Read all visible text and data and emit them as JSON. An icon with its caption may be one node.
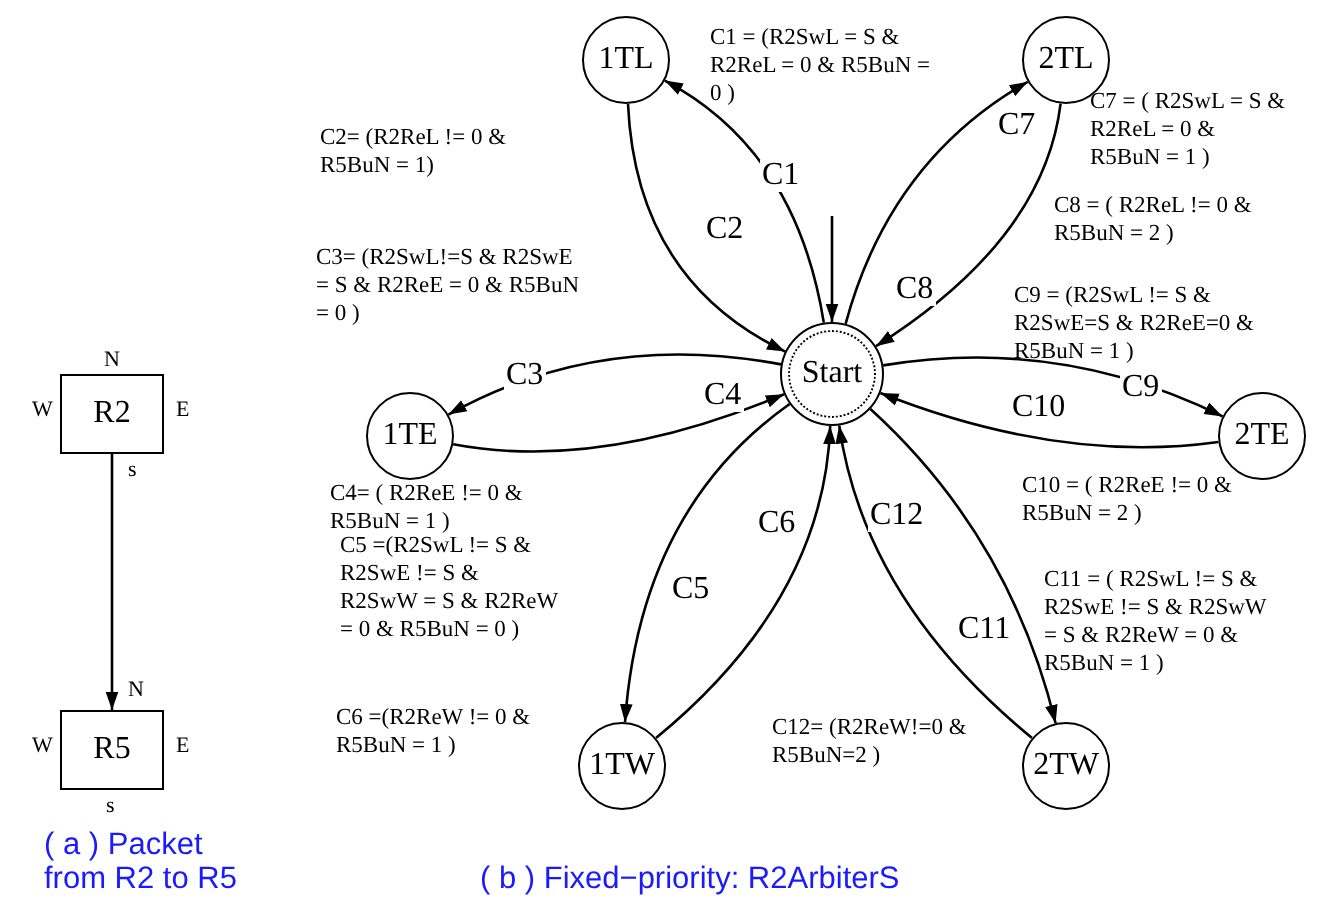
{
  "diagram": {
    "nodes": [
      {
        "text": [
          "R2"
        ],
        "beside": [
          "N",
          "W",
          "E",
          "s"
        ]
      },
      {
        "text": [
          "R5"
        ],
        "beside": [
          "N",
          "W",
          "E",
          "s"
        ]
      },
      {
        "text": [
          "Start"
        ]
      },
      {
        "text": [
          "1TL"
        ]
      },
      {
        "text": [
          "2TL"
        ]
      },
      {
        "text": [
          "1TE"
        ]
      },
      {
        "text": [
          "2TE"
        ]
      },
      {
        "text": [
          "1TW"
        ]
      },
      {
        "text": [
          "2TW"
        ]
      }
    ],
    "edges": [
      {
        "from": 0,
        "to": 1,
        "arrow": "to"
      },
      {
        "from": null,
        "to": 2,
        "arrow": "to"
      },
      {
        "from": 2,
        "to": 3,
        "arrow": "to",
        "label": "C1"
      },
      {
        "from": 3,
        "to": 2,
        "arrow": "to",
        "label": "C2"
      },
      {
        "from": 2,
        "to": 5,
        "arrow": "to",
        "label": "C3"
      },
      {
        "from": 5,
        "to": 2,
        "arrow": "to",
        "label": "C4"
      },
      {
        "from": 2,
        "to": 7,
        "arrow": "to",
        "label": "C5"
      },
      {
        "from": 7,
        "to": 2,
        "arrow": "to",
        "label": "C6"
      },
      {
        "from": 2,
        "to": 4,
        "arrow": "to",
        "label": "C7"
      },
      {
        "from": 4,
        "to": 2,
        "arrow": "to",
        "label": "C8"
      },
      {
        "from": 2,
        "to": 6,
        "arrow": "to",
        "label": "C9"
      },
      {
        "from": 6,
        "to": 2,
        "arrow": "to",
        "label": "C10"
      },
      {
        "from": 2,
        "to": 8,
        "arrow": "to",
        "label": "C11"
      },
      {
        "from": 8,
        "to": 2,
        "arrow": "to",
        "label": "C12"
      }
    ],
    "labels": [
      "C1 = (R2SwL = S & R2ReL = 0 & R5BuN = 0 )",
      "C2= (R2ReL != 0 & R5BuN = 1)",
      "C7 = ( R2SwL = S & R2ReL = 0 & R5BuN = 1 )",
      "C3= (R2SwL!=S & R2SwE = S & R2ReE = 0 & R5BuN = 0 )",
      "C8 = ( R2ReL != 0 & R5BuN = 2 )",
      "C9 = (R2SwL != S & R2SwE=S & R2ReE=0 & R5BuN = 1 )",
      "C4= ( R2ReE != 0 & R5BuN = 1 )",
      "C10 = ( R2ReE != 0 & R5BuN = 2 )",
      "C5 =(R2SwL != S & R2SwE != S & R2SwW = S & R2ReW = 0 & R5BuN = 0 )",
      "C11 = ( R2SwL != S & R2SwE != S & R2SwW = S & R2ReW = 0 & R5BuN = 1 )",
      "C6 =(R2ReW != 0 & R5BuN = 1 )",
      "C12= (R2ReW!=0 & R5BuN=2 )",
      "( a ) Packet from R2 to R5",
      "( b ) Fixed−priority: R2ArbiterS"
    ]
  }
}
